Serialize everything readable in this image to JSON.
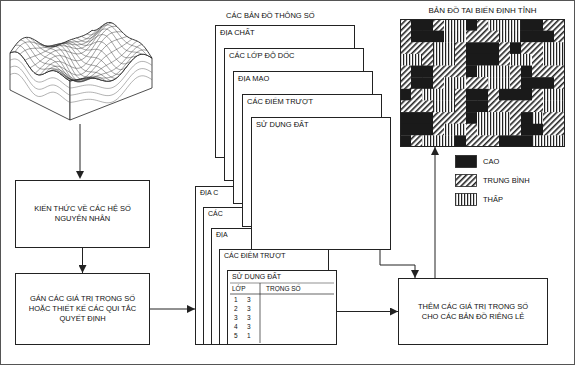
{
  "diagram": {
    "nodes": [
      {
        "text": [
          "KIẾN THỨC VỀ CÁC HỆ SỐ NGUYÊN NHÂN"
        ]
      },
      {
        "text": [
          "GÁN CÁC GIÁ TRỊ TRỌNG SỐ HOẶC THIẾT KẾ CÁC QUI TẮC QUYẾT ĐỊNH"
        ]
      },
      {
        "text": [
          "ĐỊA CHẤT"
        ]
      },
      {
        "text": [
          "CÁC LỚP ĐỘ DỐC"
        ]
      },
      {
        "text": [
          "ĐỊA MẠO"
        ]
      },
      {
        "text": [
          "CÁC ĐIỂM TRƯỢT"
        ]
      },
      {
        "text": [
          "SỬ DỤNG ĐẤT"
        ]
      },
      {
        "text": [
          "ĐỊA C"
        ]
      },
      {
        "text": [
          "CÁC"
        ]
      },
      {
        "text": [
          "ĐỊA"
        ]
      },
      {
        "text": [
          "CÁC ĐIỂM TRƯỢT"
        ]
      },
      {
        "text": [
          "SỬ DỤNG ĐẤT"
        ]
      },
      {
        "text": [
          "THÊM CÁC GIÁ TRỊ TRỌNG SỐ CHO CÁC BẢN ĐỒ RIÊNG LẺ"
        ]
      },
      {
        "text": [
          "BẢN ĐỒ TAI BIẾN ĐỊNH TỈNH"
        ]
      }
    ],
    "edges": [
      {
        "from": 0,
        "to": 1,
        "arrow": "to"
      },
      {
        "from": 1,
        "to": 7,
        "arrow": "to"
      },
      {
        "from": 11,
        "to": 12,
        "arrow": "to"
      },
      {
        "from": 6,
        "to": 12,
        "arrow": "to"
      },
      {
        "from": 12,
        "to": 13,
        "arrow": "to"
      }
    ],
    "labels": [
      "CÁC BẢN ĐỒ THÔNG SỐ",
      "LỚP",
      "TRỌNG SỐ",
      "1",
      "2",
      "3",
      "4",
      "5",
      "3",
      "3",
      "3",
      "3",
      "1"
    ],
    "legend": [
      {
        "text": "CAO",
        "color": "#1a1a1a"
      },
      {
        "text": "TRUNG BÌNH"
      },
      {
        "text": "THẤP"
      }
    ]
  }
}
